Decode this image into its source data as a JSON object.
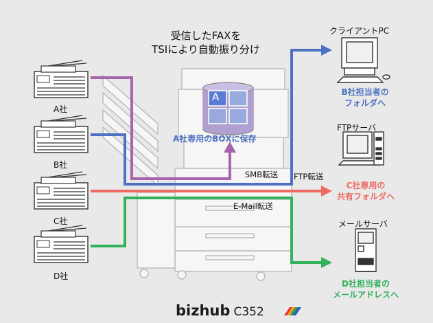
{
  "title": {
    "line1": "受信したFAXを",
    "line2": "TSIにより自動振り分け"
  },
  "fax_machines": [
    {
      "label": "A社"
    },
    {
      "label": "B社"
    },
    {
      "label": "C社"
    },
    {
      "label": "D社"
    }
  ],
  "box": {
    "letter": "A",
    "caption": "A社専用のBOXに保存"
  },
  "transfers": {
    "smb": "SMB転送",
    "ftp": "FTP転送",
    "email": "E-Mail転送"
  },
  "destinations": {
    "client_pc": {
      "title": "クライアントPC",
      "caption_line1": "B社担当者の",
      "caption_line2": "フォルダへ"
    },
    "ftp_server": {
      "title": "FTPサーバ",
      "caption_line1": "C社専用の",
      "caption_line2": "共有フォルダへ"
    },
    "mail_server": {
      "title": "メールサーバ",
      "caption_line1": "D社担当者の",
      "caption_line2": "メールアドレスへ"
    }
  },
  "branding": {
    "brand": "bizhub",
    "model": "C352"
  },
  "colors": {
    "background": "#e9e9e9",
    "purple_route": "#a863ad",
    "blue_route": "#4d72c4",
    "red_route": "#ef6a63",
    "green_route": "#33b15c",
    "box_face": "#6f8fd6"
  }
}
